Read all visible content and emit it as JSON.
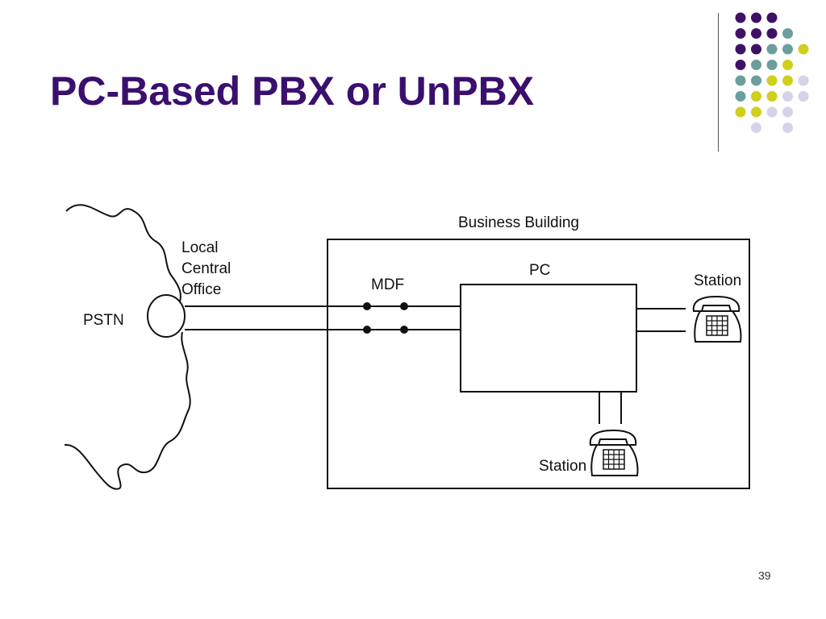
{
  "slide": {
    "title": "PC-Based PBX or UnPBX",
    "number": "39"
  },
  "colors": {
    "title": "#3a0f6e",
    "dot_purple": "#3f1166",
    "dot_teal": "#6b9e9c",
    "dot_olive": "#cfcf1c",
    "dot_lavender": "#d4d3e8",
    "line": "#111111"
  },
  "diagram": {
    "labels": {
      "pstn": "PSTN",
      "local_central_office": [
        "Local",
        "Central",
        "Office"
      ],
      "business_building": "Business Building",
      "mdf": "MDF",
      "pc": "PC",
      "station_right": "Station",
      "station_bottom": "Station"
    },
    "icons": {
      "central_office": "circle-node-icon",
      "telephone": "telephone-icon"
    }
  }
}
